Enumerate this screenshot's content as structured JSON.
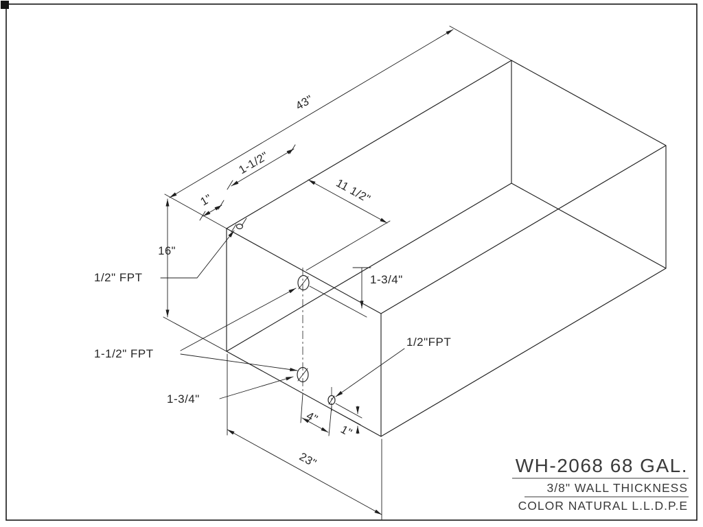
{
  "drawing": {
    "background": "#ffffff",
    "line_color": "#1f1f1f",
    "title_color": "#3a3a3a"
  },
  "dims": {
    "length": "43\"",
    "height": "16\"",
    "width": "23\"",
    "hole_offset": "11 1/2\"",
    "vent_offset_short": "1\"",
    "vent_offset_long": "1-1/2\"",
    "upper_fitting_drop": "1-3/4\"",
    "lower_fitting_note": "1-3/4\"",
    "drain_offset": "4\"",
    "drain_height": "1\""
  },
  "fittings": {
    "vent_label": "1/2\" FPT",
    "main_label": "1-1/2\" FPT",
    "drain_label": "1/2\"FPT"
  },
  "title_block": {
    "model": "WH-2068 68 GAL.",
    "wall_thickness": "3/8\" WALL THICKNESS",
    "material": "COLOR NATURAL L.L.D.P.E"
  }
}
